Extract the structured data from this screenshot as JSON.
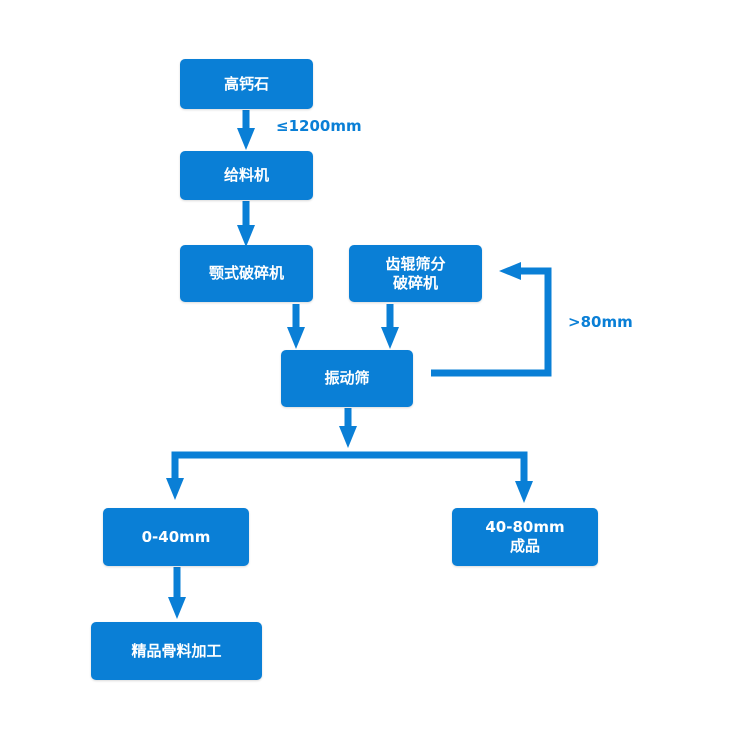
{
  "colors": {
    "node": "#0a7fd6",
    "arrow": "#0a7fd6",
    "text": "#ffffff"
  },
  "nodes": {
    "raw_material": "高钙石",
    "feeder": "给料机",
    "jaw_crusher": "颚式破碎机",
    "roller_crusher_line1": "齿辊筛分",
    "roller_crusher_line2": "破碎机",
    "vibrating_screen": "振动筛",
    "fine_output": "0-40mm",
    "coarse_output_line1": "40-80mm",
    "coarse_output_line2": "成品",
    "aggregate_processing": "精品骨料加工"
  },
  "labels": {
    "feed_size": "≤1200mm",
    "oversize": ">80mm"
  }
}
